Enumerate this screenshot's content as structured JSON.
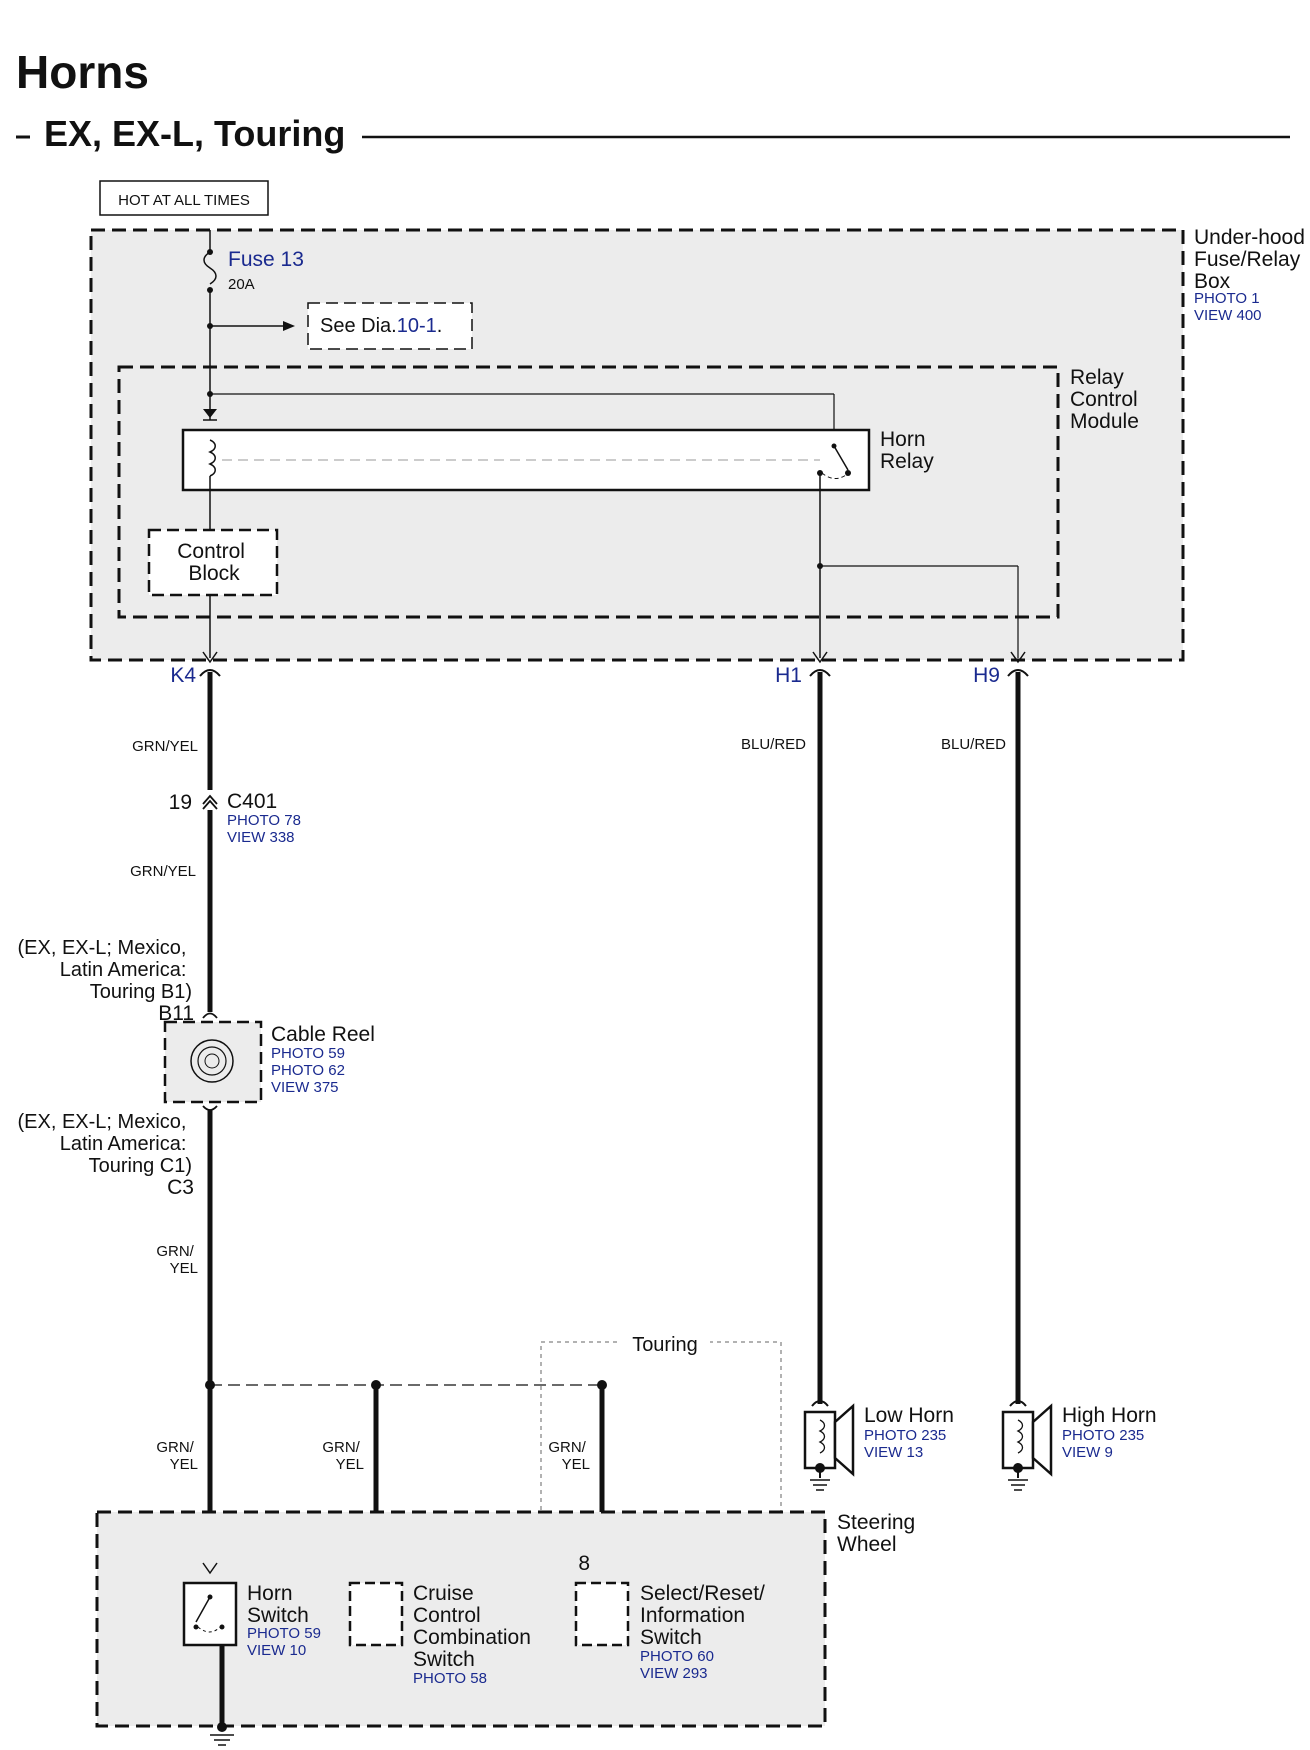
{
  "title": "Horns",
  "subtitle": "EX, EX-L, Touring",
  "hot_label": "HOT AT ALL TIMES",
  "underhood_box": {
    "name_lines": [
      "Under-hood",
      "Fuse/Relay",
      "Box"
    ],
    "refs": [
      "PHOTO 1",
      "VIEW 400"
    ]
  },
  "fuse": {
    "name": "Fuse 13",
    "rating": "20A"
  },
  "see_dia": {
    "text": "See Dia.",
    "ref": "10-1",
    "dot": "."
  },
  "relay_module": {
    "name_lines": [
      "Relay",
      "Control",
      "Module"
    ]
  },
  "horn_relay": {
    "name_lines": [
      "Horn",
      "Relay"
    ]
  },
  "control_block": {
    "name_lines": [
      "Control",
      "Block"
    ]
  },
  "terminals": {
    "k4": "K4",
    "h1": "H1",
    "h9": "H9"
  },
  "wires": {
    "grn_yel": "GRN/YEL",
    "blu_red": "BLU/RED",
    "grn_split": [
      "GRN/",
      "YEL"
    ]
  },
  "connector_c401": {
    "pin": "19",
    "name": "C401",
    "refs": [
      "PHOTO 78",
      "VIEW 338"
    ]
  },
  "b11_note": {
    "lines": [
      "(EX, EX-L; Mexico,",
      "Latin America:",
      "Touring B1)"
    ],
    "pin": "B11"
  },
  "cable_reel": {
    "name": "Cable Reel",
    "refs": [
      "PHOTO 59",
      "PHOTO 62",
      "VIEW 375"
    ]
  },
  "c3_note": {
    "lines": [
      "(EX, EX-L; Mexico,",
      "Latin America:",
      "Touring C1)"
    ],
    "pin": "C3"
  },
  "touring_label": "Touring",
  "low_horn": {
    "name": "Low Horn",
    "refs": [
      "PHOTO 235",
      "VIEW 13"
    ]
  },
  "high_horn": {
    "name": "High Horn",
    "refs": [
      "PHOTO 235",
      "VIEW 9"
    ]
  },
  "steering_wheel": {
    "name_lines": [
      "Steering",
      "Wheel"
    ]
  },
  "horn_switch": {
    "name_lines": [
      "Horn",
      "Switch"
    ],
    "refs": [
      "PHOTO 59",
      "VIEW 10"
    ]
  },
  "cruise_switch": {
    "name_lines": [
      "Cruise",
      "Control",
      "Combination",
      "Switch"
    ],
    "refs": [
      "PHOTO 58"
    ]
  },
  "select_switch": {
    "pin": "8",
    "name_lines": [
      "Select/Reset/",
      "Information",
      "Switch"
    ],
    "refs": [
      "PHOTO 60",
      "VIEW 293"
    ]
  }
}
